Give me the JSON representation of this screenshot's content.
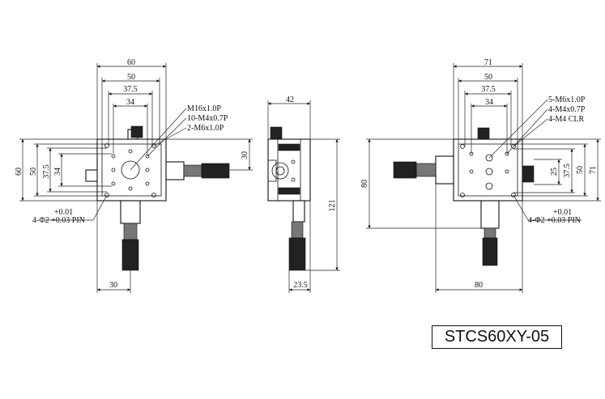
{
  "model": "STCS60XY-05",
  "views": {
    "front": {
      "dims": {
        "top1": "60",
        "top2": "50",
        "top3": "37.5",
        "top4": "34",
        "left1": "60",
        "left2": "50",
        "left3": "37.5",
        "left4": "34",
        "right1": "30",
        "bottom1": "30"
      },
      "callouts": [
        "M16x1.0P",
        "10-M4x0.7P",
        "2-M6x1.0P"
      ],
      "pin_tol": "+0.01",
      "pin": "4-Φ2 +0.03 PIN"
    },
    "side": {
      "dims": {
        "top": "42",
        "right": "121",
        "bottom": "23.5"
      }
    },
    "back": {
      "dims": {
        "top1": "71",
        "top2": "50",
        "top3": "37.5",
        "top4": "34",
        "left1": "80",
        "right1": "71",
        "right2": "50",
        "right3": "37.5",
        "right4": "25",
        "bottom1": "80"
      },
      "callouts": [
        "5-M6x1.0P",
        "4-M4x0.7P",
        "4-M4 CLR"
      ],
      "pin_tol": "+0.01",
      "pin": "4-Φ2 +0.03 PIN"
    }
  }
}
